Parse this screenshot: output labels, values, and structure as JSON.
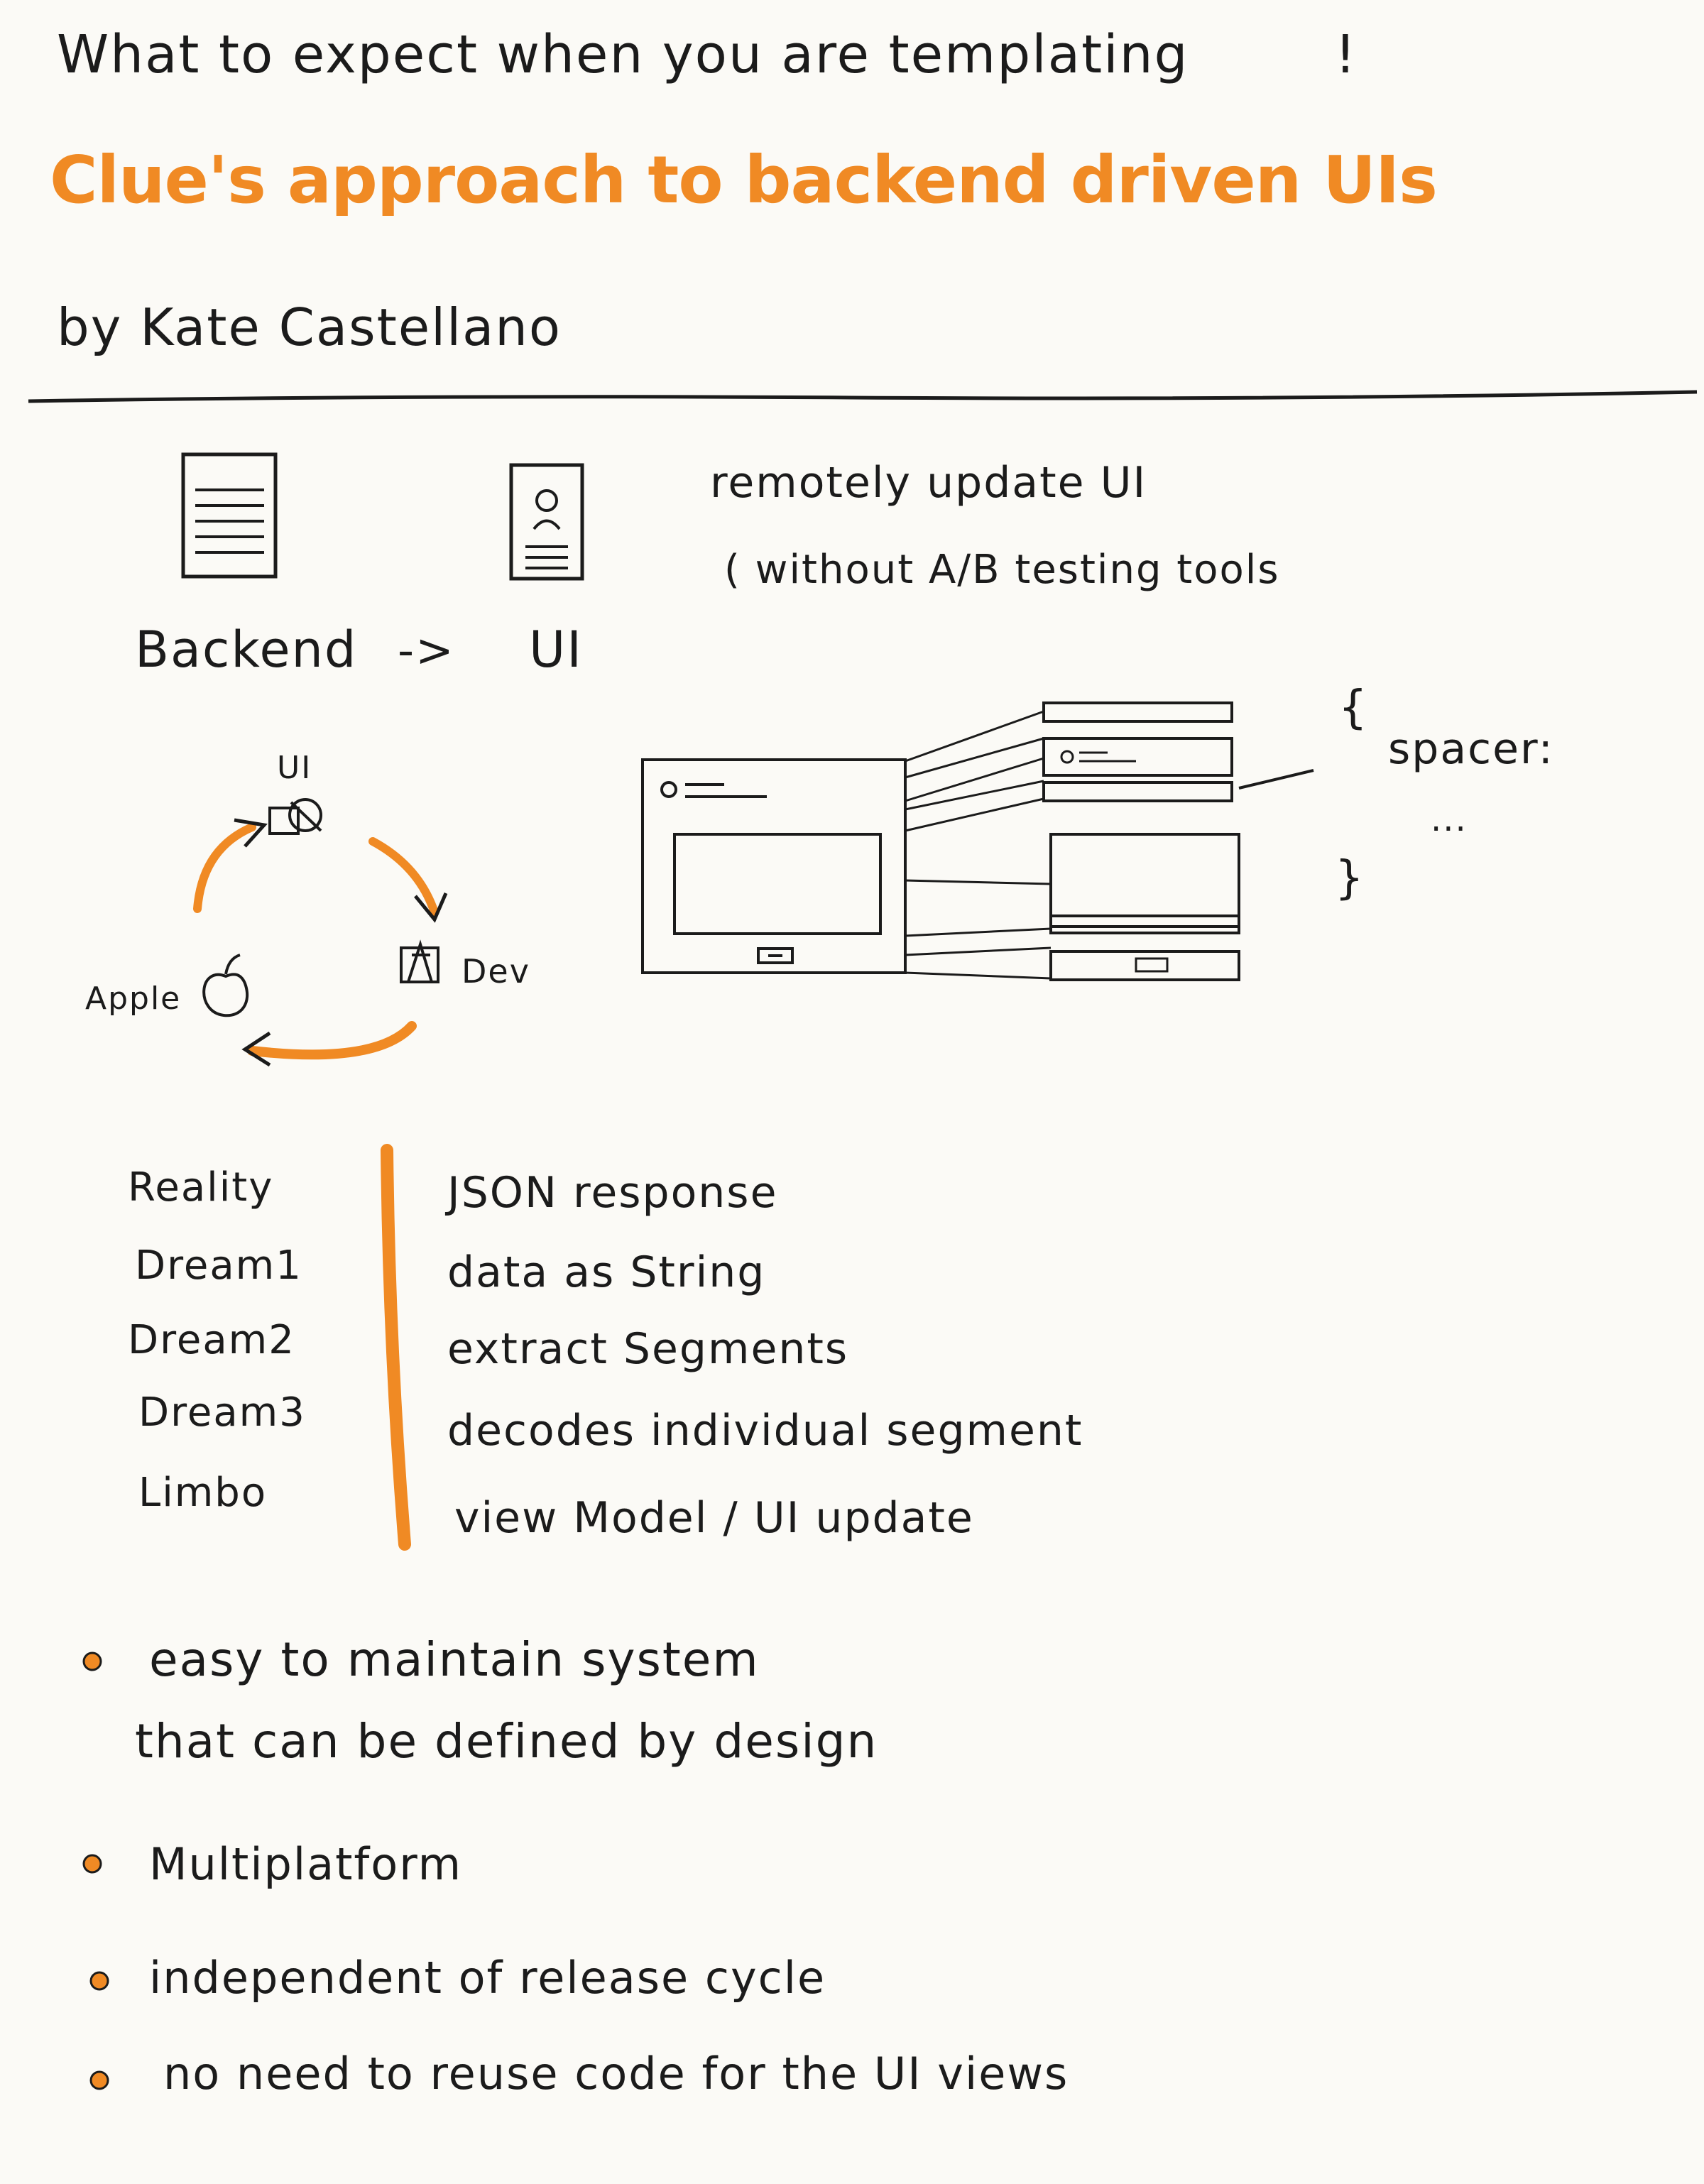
{
  "header": {
    "kicker": "What to expect when you are templating",
    "kicker_mark": "!",
    "title": "Clue's approach to backend driven UIs",
    "byline": "by Kate Castellano"
  },
  "intro": {
    "backend_label": "Backend",
    "arrow": "->",
    "ui_label": "UI",
    "note_line1": "remotely update UI",
    "note_line2": "( without A/B testing tools"
  },
  "cycle": {
    "ui_label": "UI",
    "dev_label": "Dev",
    "apple_label": "Apple"
  },
  "spacer": {
    "open": "{",
    "label": "spacer:",
    "dots": "...",
    "close": "}"
  },
  "layers": {
    "levels": [
      "Reality",
      "Dream1",
      "Dream2",
      "Dream3",
      "Limbo"
    ],
    "steps": [
      "JSON response",
      "data as String",
      "extract Segments",
      "decodes individual segment",
      "view Model / UI update"
    ]
  },
  "benefits": {
    "items": [
      {
        "line1": "easy to maintain system",
        "line2": "that can be defined by design"
      },
      {
        "line1": "Multiplatform"
      },
      {
        "line1": "independent of release cycle"
      },
      {
        "line1": "no need to reuse code for the UI views"
      }
    ]
  },
  "colors": {
    "accent": "#f08a24",
    "ink": "#1b1b1b",
    "paper": "#fbfaf6"
  }
}
